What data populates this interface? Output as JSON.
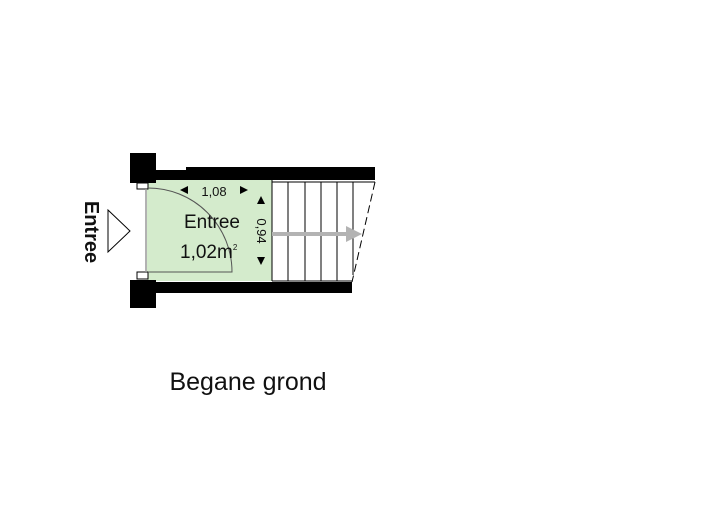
{
  "plan": {
    "entrance_label": "Entree",
    "room": {
      "name": "Entree",
      "area": "1,02m",
      "area_unit_sup": "2",
      "width_dim": "1,08",
      "depth_dim": "0,94"
    },
    "floor_title": "Begane grond"
  },
  "colors": {
    "room_fill": "#d4ebcc",
    "wall": "#000000",
    "arrow": "#b3b3b3"
  }
}
